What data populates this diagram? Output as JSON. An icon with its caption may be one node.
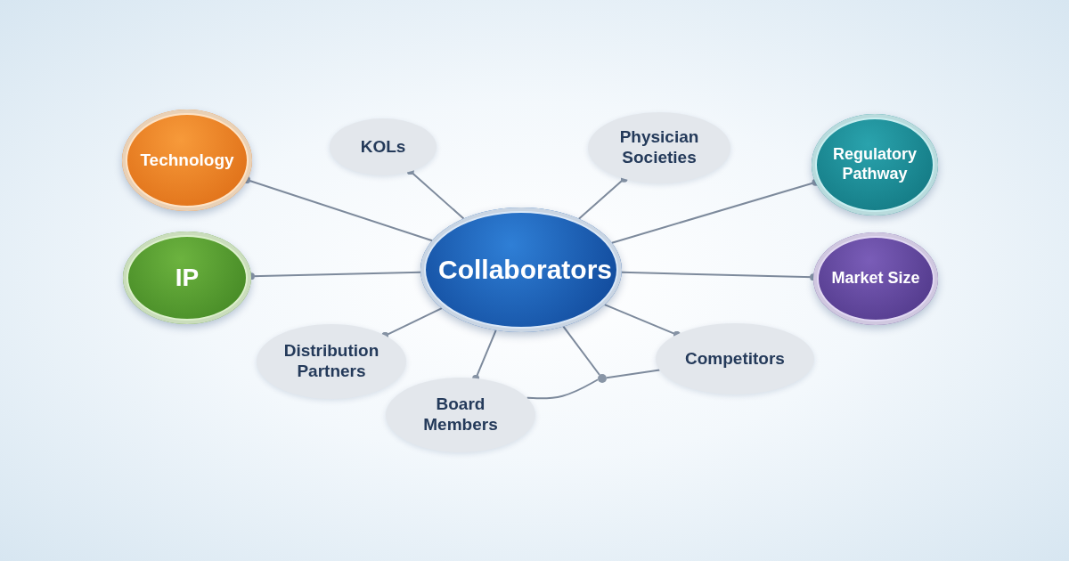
{
  "diagram": {
    "nodes": [
      {
        "text": [
          "Collaborators"
        ]
      },
      {
        "text": [
          "Technology"
        ]
      },
      {
        "text": [
          "KOLs"
        ]
      },
      {
        "text": [
          "Physician Societies"
        ]
      },
      {
        "text": [
          "Regulatory Pathway"
        ]
      },
      {
        "text": [
          "IP"
        ]
      },
      {
        "text": [
          "Market Size"
        ]
      },
      {
        "text": [
          "Distribution Partners"
        ]
      },
      {
        "text": [
          "Board Members"
        ]
      },
      {
        "text": [
          "Competitors"
        ]
      },
      {
        "text": [],
        "shape": "circle"
      }
    ],
    "edges": [
      {
        "from": 0,
        "to": 1,
        "arrow": "other"
      },
      {
        "from": 0,
        "to": 2,
        "arrow": "other"
      },
      {
        "from": 0,
        "to": 3,
        "arrow": "other"
      },
      {
        "from": 0,
        "to": 4,
        "arrow": "other"
      },
      {
        "from": 0,
        "to": 5,
        "arrow": "other"
      },
      {
        "from": 0,
        "to": 6,
        "arrow": "other"
      },
      {
        "from": 0,
        "to": 7,
        "arrow": "other"
      },
      {
        "from": 0,
        "to": 8,
        "arrow": "other"
      },
      {
        "from": 0,
        "to": 9,
        "arrow": "other"
      },
      {
        "from": 0,
        "to": 10,
        "arrow": "none"
      },
      {
        "from": 8,
        "to": 10,
        "arrow": "none"
      },
      {
        "from": 10,
        "to": 9,
        "arrow": "none"
      }
    ]
  }
}
